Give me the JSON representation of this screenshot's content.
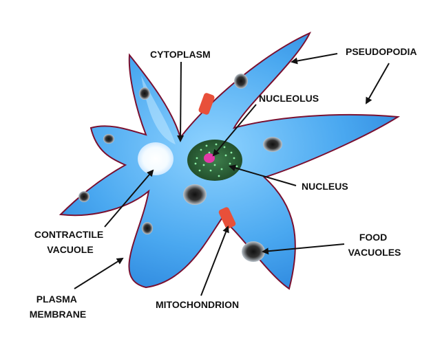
{
  "labels": {
    "cytoplasm": "CYTOPLASM",
    "pseudopodia": "PSEUDOPODIA",
    "nucleolus": "NUCLEOLUS",
    "nucleus": "NUCLEUS",
    "contractile_vacuole": [
      "CONTRACTILE",
      "VACUOLE"
    ],
    "food_vacuoles": [
      "FOOD",
      "VACUOLES"
    ],
    "plasma_membrane": [
      "PLASMA",
      "MEMBRANE"
    ],
    "mitochondrion": "MITOCHONDRION"
  },
  "colors": {
    "cytoplasm_light": "#8fd3ff",
    "cytoplasm_dark": "#2a84dc",
    "membrane": "#7a1030",
    "nucleus": "#2f6b3e",
    "nucleolus": "#e23aa8",
    "mitochondrion": "#e8503a",
    "vacuole": "#ffffff",
    "arrow": "#111111"
  }
}
